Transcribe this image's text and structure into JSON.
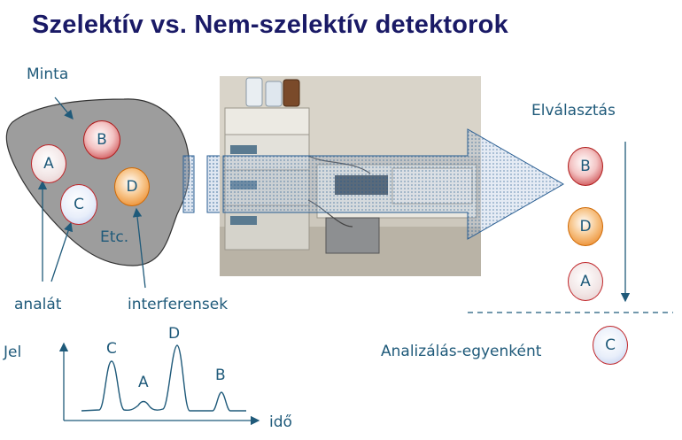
{
  "title": "Szelektív vs. Nem-szelektív detektorok",
  "sample": {
    "label": "Minta",
    "circles": [
      {
        "letter": "B",
        "color": "red"
      },
      {
        "letter": "A",
        "color": "pale"
      },
      {
        "letter": "D",
        "color": "orange"
      },
      {
        "letter": "C",
        "color": "blue"
      }
    ],
    "etc_label": "Etc.",
    "analyte_label": "analát",
    "interferent_label": "interferensek"
  },
  "separation": {
    "label": "Elválasztás",
    "order": [
      "B",
      "D",
      "A"
    ]
  },
  "analysis": {
    "label": "Analizálás-egyenként",
    "letter": "C"
  },
  "chromatogram": {
    "ylabel": "Jel",
    "xlabel": "idő",
    "peaks": [
      "C",
      "A",
      "D",
      "B"
    ]
  },
  "colors": {
    "title": "#1a1a66",
    "text": "#1f5a7a",
    "red": "#c0262a",
    "orange": "#e8790f",
    "arrow": "#2b5f93"
  }
}
